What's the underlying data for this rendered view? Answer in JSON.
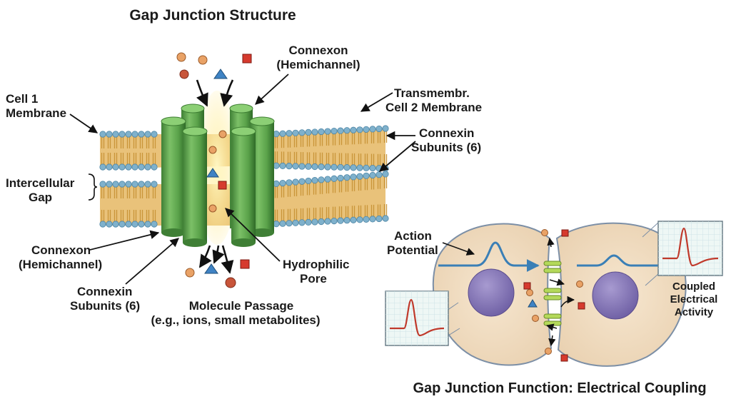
{
  "title": "Gap Junction Structure",
  "bottom_title": "Gap Junction Function: Electrical Coupling",
  "labels": {
    "connexon_top": [
      "Connexon",
      "(Hemichannel)"
    ],
    "cell1_membrane": [
      "Cell 1",
      "Membrane"
    ],
    "cell2_membrane": [
      "Transmembr.",
      "Cell 2 Membrane"
    ],
    "connexin_right": [
      "Connexin",
      "Subunits (6)"
    ],
    "intercellular_gap": [
      "Intercellular",
      "Gap"
    ],
    "connexon_left": [
      "Connexon",
      "(Hemichannel)"
    ],
    "connexin_bottom": [
      "Connexin",
      "Subunits (6)"
    ],
    "hydrophilic_pore": [
      "Hydrophilic",
      "Pore"
    ],
    "molecule_passage": [
      "Molecule Passage",
      "(e.g., ions, small metabolites)"
    ],
    "action_potential": [
      "Action",
      "Potential"
    ],
    "coupled_activity": [
      "Coupled",
      "Electrical",
      "Activity"
    ]
  },
  "colors": {
    "channel_green": "#5aa24a",
    "channel_dark": "#3d7d32",
    "lipid_head": "#7fb1cc",
    "lipid_tail": "#d8a94a",
    "pore_glow": "#fff3b0",
    "cell_fill": "#f2dcc0",
    "cell_edge": "#7c8fa6",
    "nucleus": "#8b79b8",
    "ion_orange": "#e9a266",
    "ion_red": "#d63a2e",
    "ion_blue": "#3f83c4",
    "trace_red": "#c0392b",
    "ap_blue": "#4d93c7"
  }
}
